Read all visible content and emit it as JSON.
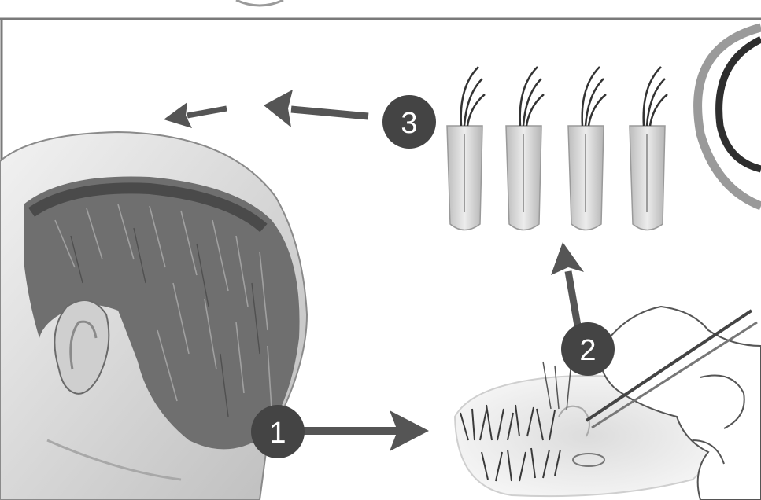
{
  "colors": {
    "background": "#ffffff",
    "frame": "#7a7a7a",
    "arrow": "#555555",
    "badge_fill": "#444444",
    "badge_text": "#ffffff",
    "hair_dark": "#3a3a3a",
    "skin": "#d9d9d9",
    "follicle": "#c9c9c9"
  },
  "steps": [
    {
      "number": "1"
    },
    {
      "number": "2"
    },
    {
      "number": "3"
    }
  ],
  "icons": [
    "head-illustration",
    "ear-icon",
    "hand-tweezers-icon",
    "scalp-patch-icon",
    "follicle-icon",
    "arrow-icon",
    "circle-logo"
  ]
}
